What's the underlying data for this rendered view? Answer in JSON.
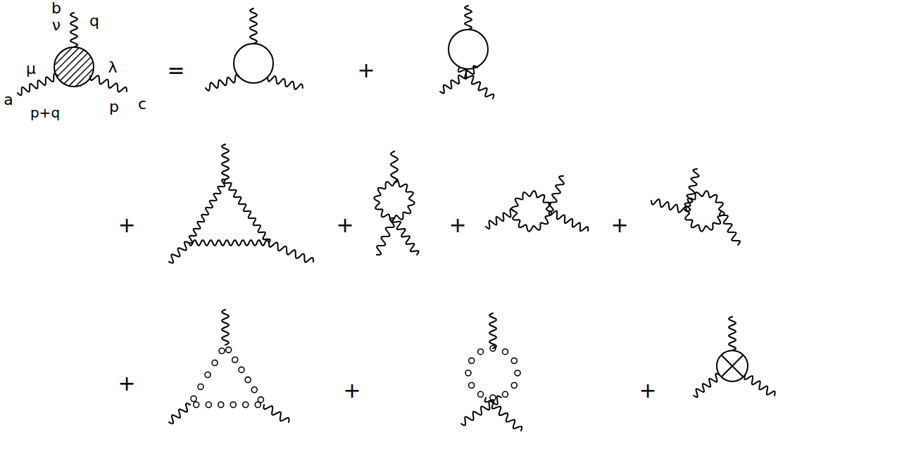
{
  "diagram": {
    "labels": [
      "b",
      "ν",
      "q",
      "μ",
      "a",
      "p+q",
      "λ",
      "p",
      "c",
      "=",
      "+",
      "+",
      "+",
      "+",
      "+",
      "+",
      "+",
      "+"
    ]
  }
}
